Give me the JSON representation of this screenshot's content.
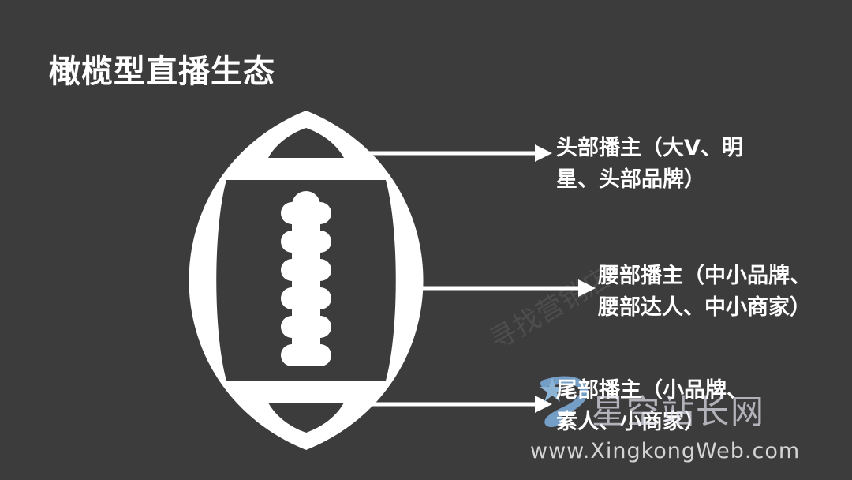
{
  "title": "橄榄型直播生态",
  "labels": {
    "top": {
      "line1": "头部播主（大V、明",
      "line2": "星、头部品牌）"
    },
    "middle": {
      "line1": "腰部播主（中小品牌、",
      "line2": "腰部达人、中小商家）"
    },
    "bottom": {
      "line1": "尾部播主（小品牌、",
      "line2": "素人、小商家）"
    }
  },
  "watermark": {
    "brand_cn": "星空站长网",
    "url": "www.XingkongWeb.com",
    "faint": "寻找营销店"
  },
  "colors": {
    "background": "#3c3c3c",
    "foreground": "#ffffff",
    "accent": "#7fb0e0"
  },
  "icons": [
    "football-icon",
    "arrow-right-icon",
    "star-logo-icon"
  ]
}
